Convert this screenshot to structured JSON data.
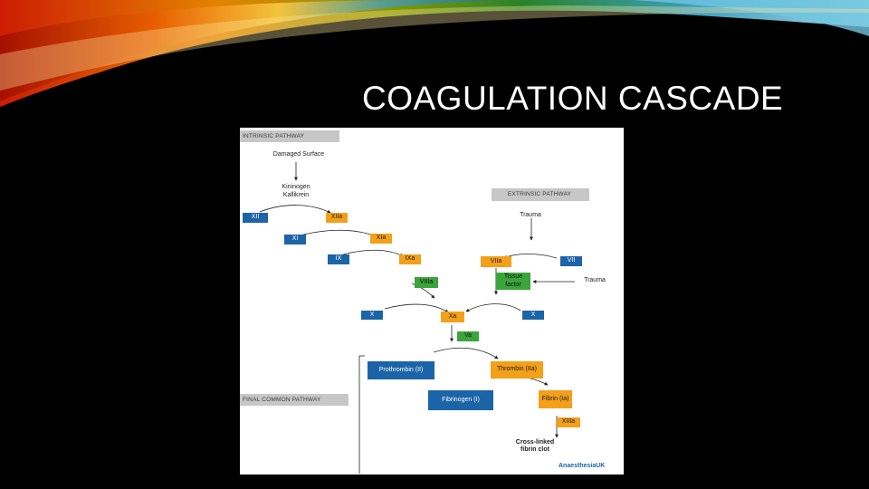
{
  "slide": {
    "title": "COAGULATION CASCADE"
  },
  "colors": {
    "blue": "#1c64a8",
    "orange": "#f3a01a",
    "green": "#3aa53a",
    "gray": "#c7c7c7"
  },
  "diagram": {
    "intrinsic_header": "INTRINSIC PATHWAY",
    "extrinsic_header": "EXTRINSIC PATHWAY",
    "final_header": "FINAL COMMON PATHWAY",
    "damaged_surface": "Damaged Surface",
    "kininogen": "Kininogen",
    "kallikrein": "Kallikrein",
    "xii": "XII",
    "xiia": "XIIa",
    "xi": "XI",
    "xia": "XIa",
    "ix": "IX",
    "ixa": "IXa",
    "viiia": "VIIIa",
    "trauma_top": "Trauma",
    "viia": "VIIa",
    "vii": "VII",
    "tissue_factor": "Tissue factor",
    "trauma_side": "Trauma",
    "x_left": "X",
    "xa": "Xa",
    "x_right": "X",
    "va": "Va",
    "prothrombin": "Prothrombin (II)",
    "thrombin": "Thrombin (IIa)",
    "fibrinogen": "Fibrinogen (I)",
    "fibrin": "Fibrin (Ia)",
    "xiiia": "XIIIa",
    "clot": "Cross-linked fibrin clot",
    "logo": "AnaesthesiaUK"
  }
}
